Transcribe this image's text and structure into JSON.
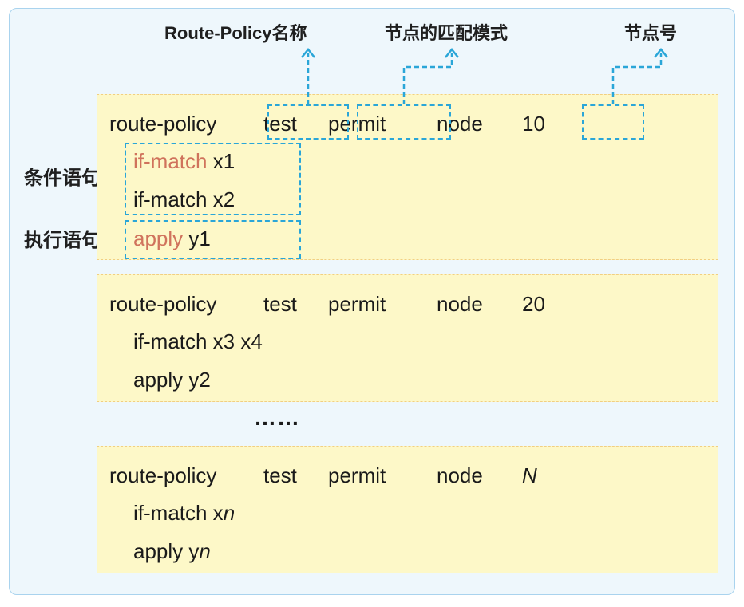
{
  "annotations": {
    "policy_name": "Route-Policy名称",
    "match_mode": "节点的匹配模式",
    "node_number": "节点号",
    "condition": "条件语句",
    "action": "执行语句"
  },
  "blocks": [
    {
      "keyword": "route-policy",
      "name": "test",
      "mode": "permit",
      "node_label": "node",
      "node": "10",
      "match_prefix": "if-match",
      "matches": [
        " x1",
        " x2"
      ],
      "apply_prefix": "apply",
      "apply": " y1"
    },
    {
      "keyword": "route-policy",
      "name": "test",
      "mode": "permit",
      "node_label": "node",
      "node": "20",
      "match_line": "if-match x3 x4",
      "apply_line": "apply y2"
    },
    {
      "keyword": "route-policy",
      "name": "test",
      "mode": "permit",
      "node_label": "node",
      "node": "N",
      "match_text": "if-match x",
      "match_var": "n",
      "apply_text": "apply y",
      "apply_var": "n"
    }
  ],
  "ellipsis": "……",
  "colors": {
    "frame_border": "#a9d3ee",
    "frame_bg": "#eef7fc",
    "block_bg": "#fdf8c8",
    "block_border": "#f1cf82",
    "highlight": "#2aa6d8",
    "keyword": "#d0735c"
  }
}
